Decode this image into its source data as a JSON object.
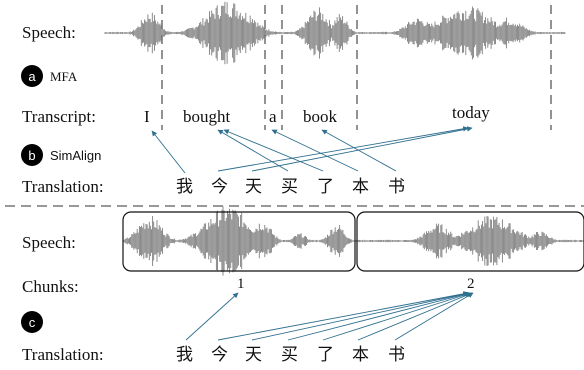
{
  "labels": {
    "speech_top": "Speech:",
    "transcript": "Transcript:",
    "translation_top": "Translation:",
    "speech_bottom": "Speech:",
    "chunks": "Chunks:",
    "translation_bottom": "Translation:"
  },
  "badges": [
    {
      "letter": "a",
      "caption": "MFA"
    },
    {
      "letter": "b",
      "caption": "SimAlign"
    },
    {
      "letter": "c",
      "caption": ""
    }
  ],
  "transcript_words": [
    "I",
    "bought",
    "a",
    "book",
    "today"
  ],
  "translation_chars": [
    "我",
    "今",
    "天",
    "买",
    "了",
    "本",
    "书"
  ],
  "chunk_numbers": [
    "1",
    "2"
  ],
  "colors": {
    "arrow": "#2f6f8f",
    "waveform": "#7f7f7f",
    "dashes": "#777777"
  }
}
